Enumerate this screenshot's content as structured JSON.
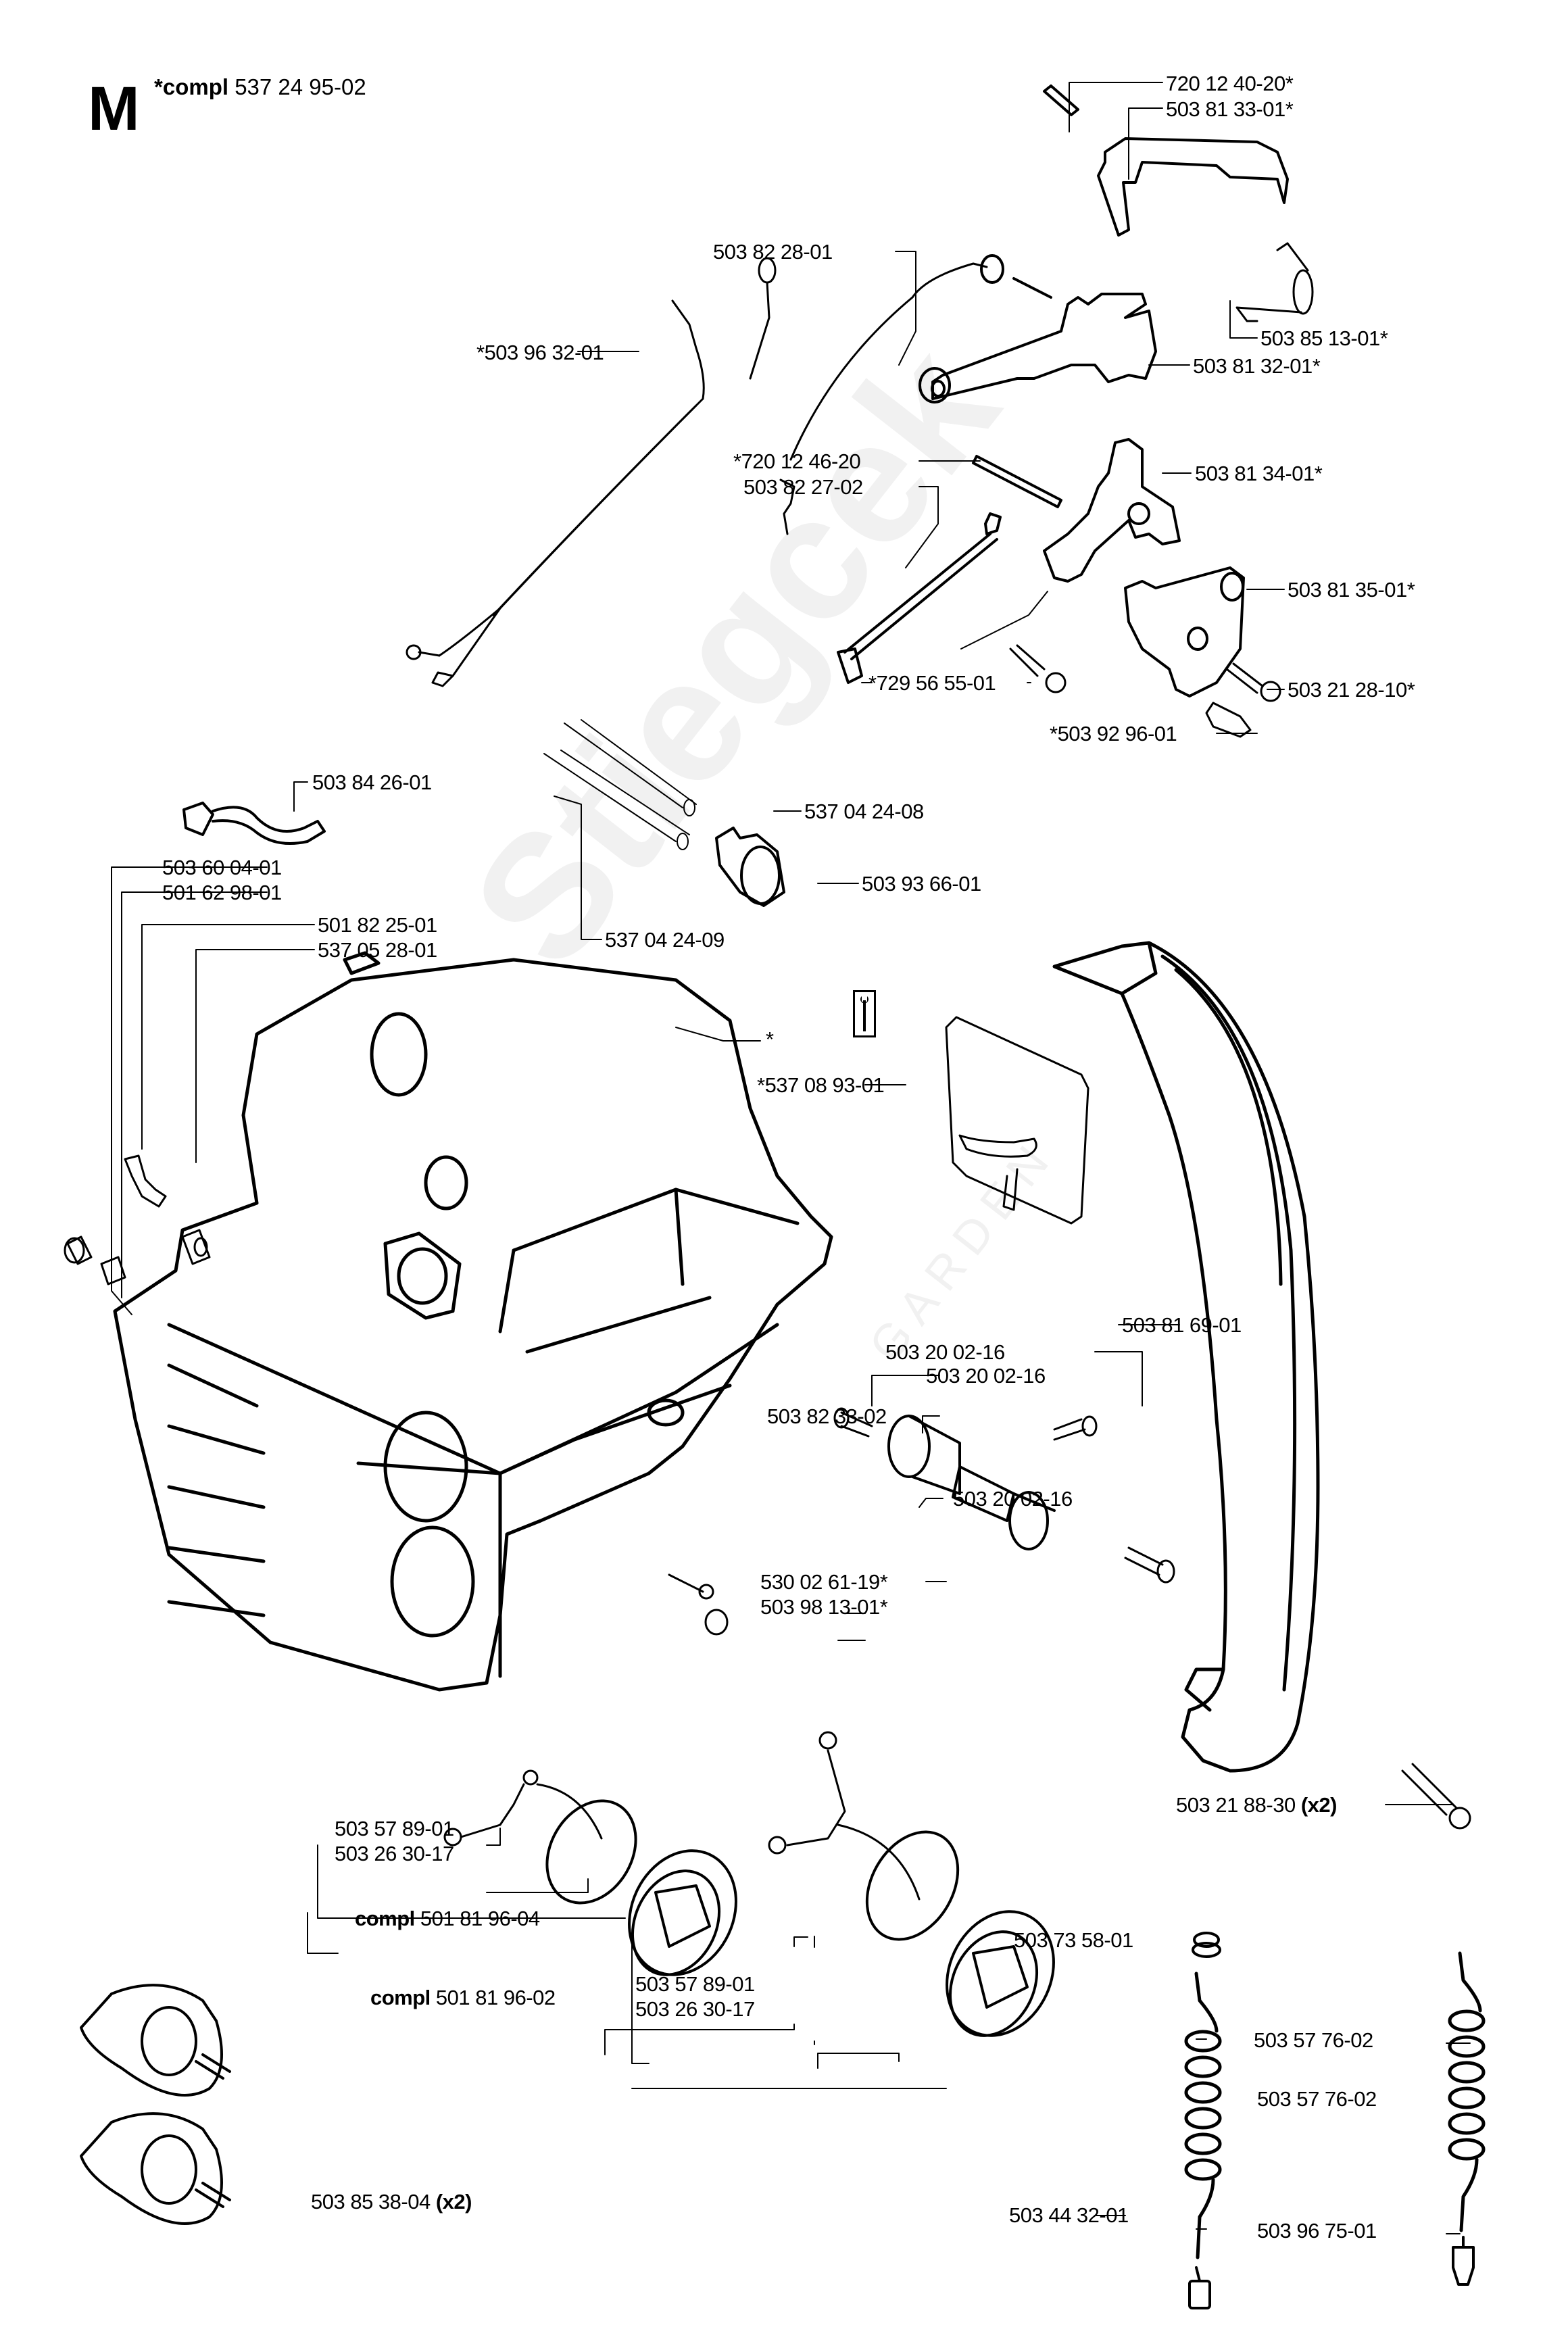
{
  "header": {
    "section_letter": "M",
    "assembly_prefix": "*compl",
    "assembly_number": "537 24 95-02"
  },
  "watermark": {
    "text": "Stiegcek",
    "subtext": "GARDEN"
  },
  "icons": {
    "tool_symbol": "wrench-icon"
  },
  "parts": [
    {
      "id": "p1",
      "label": "720 12 40-20*"
    },
    {
      "id": "p2",
      "label": "503 81 33-01*"
    },
    {
      "id": "p3",
      "label": "503 82 28-01"
    },
    {
      "id": "p4",
      "label": "503 85 13-01*"
    },
    {
      "id": "p5",
      "label": "*503 96 32-01"
    },
    {
      "id": "p6",
      "label": "503 81 32-01*"
    },
    {
      "id": "p7",
      "label": "*720 12 46-20"
    },
    {
      "id": "p8",
      "label": "503 82 27-02"
    },
    {
      "id": "p9",
      "label": "503 81 34-01*"
    },
    {
      "id": "p10",
      "label": "503 81 35-01*"
    },
    {
      "id": "p11",
      "label": "*729 56 55-01"
    },
    {
      "id": "p12",
      "label": "503 21 28-10*"
    },
    {
      "id": "p13",
      "label": "*503 92 96-01"
    },
    {
      "id": "p14",
      "label": "503 84 26-01"
    },
    {
      "id": "p15",
      "label": "537 04 24-08"
    },
    {
      "id": "p16",
      "label": "503 60 04-01"
    },
    {
      "id": "p17",
      "label": "501 62 98-01"
    },
    {
      "id": "p18",
      "label": "503 93 66-01"
    },
    {
      "id": "p19",
      "label": "501 82 25-01"
    },
    {
      "id": "p20",
      "label": "537 05 28-01"
    },
    {
      "id": "p21",
      "label": "537 04 24-09"
    },
    {
      "id": "p22",
      "label": "*"
    },
    {
      "id": "p23",
      "label": "*537 08 93-01"
    },
    {
      "id": "p24",
      "label": "503 81 69-01"
    },
    {
      "id": "p25",
      "label": "503 20 02-16"
    },
    {
      "id": "p26",
      "label": "503 20 02-16"
    },
    {
      "id": "p27",
      "label": "503 82 33-02"
    },
    {
      "id": "p28",
      "label": "503 20 02-16"
    },
    {
      "id": "p29",
      "label": "530 02 61-19*"
    },
    {
      "id": "p30",
      "label": "503 98 13-01*"
    },
    {
      "id": "p31",
      "label": "503 21 88-30",
      "suffix": "(x2)"
    },
    {
      "id": "p32",
      "label": "503 57 89-01"
    },
    {
      "id": "p33",
      "label": "503 26 30-17"
    },
    {
      "id": "p34",
      "prefix": "compl",
      "label": "501 81 96-04"
    },
    {
      "id": "p35",
      "label": "503 73 58-01"
    },
    {
      "id": "p36",
      "label": "503 57 89-01"
    },
    {
      "id": "p37",
      "prefix": "compl",
      "label": "501 81 96-02"
    },
    {
      "id": "p38",
      "label": "503 26 30-17"
    },
    {
      "id": "p39",
      "label": "503 57 76-02"
    },
    {
      "id": "p40",
      "label": "503 57 76-02"
    },
    {
      "id": "p41",
      "label": "503 85 38-04",
      "suffix": "(x2)"
    },
    {
      "id": "p42",
      "label": "503 96 75-01"
    },
    {
      "id": "p43",
      "label": "503 44 32-01"
    }
  ]
}
